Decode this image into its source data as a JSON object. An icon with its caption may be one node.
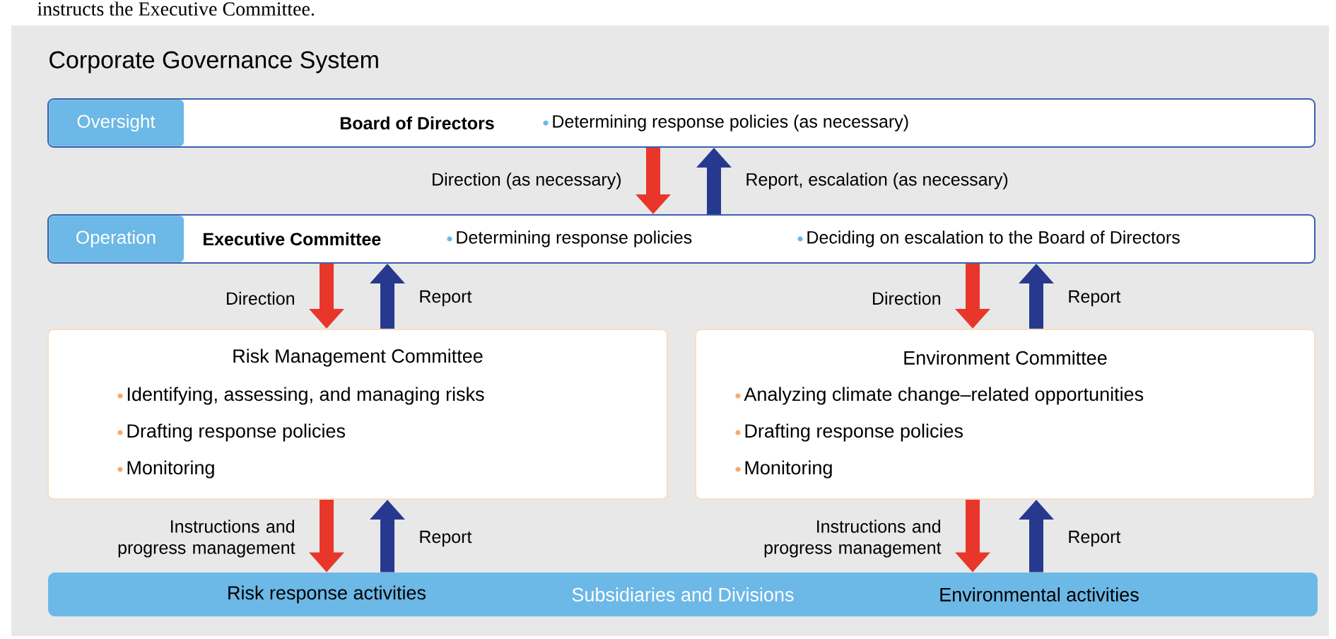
{
  "diagram": {
    "title": "Corporate Governance System",
    "nodes": [
      {
        "text": [
          "Oversight",
          "Board of Directors",
          "Determining response policies (as necessary)"
        ]
      },
      {
        "text": [
          "Operation",
          "Executive Committee",
          "Determining response policies",
          "Deciding on escalation to the Board of Directors"
        ]
      },
      {
        "text": [
          "Risk Management Committee",
          "Identifying, assessing, and managing risks",
          "Drafting response policies",
          "Monitoring"
        ]
      },
      {
        "text": [
          "Environment Committee",
          "Analyzing climate change–related opportunities",
          "Drafting response policies",
          "Monitoring"
        ]
      },
      {
        "text": [
          "Risk response activities",
          "Subsidiaries and Divisions",
          "Environmental activities"
        ]
      }
    ],
    "edges": [
      {
        "from": 0,
        "to": 1,
        "arrow": "to",
        "label": "Direction (as necessary)",
        "color": "#e8372a"
      },
      {
        "from": 1,
        "to": 0,
        "arrow": "to",
        "label": "Report, escalation (as necessary)",
        "color": "#27398f"
      },
      {
        "from": 1,
        "to": 2,
        "arrow": "to",
        "label": "Direction",
        "color": "#e8372a"
      },
      {
        "from": 2,
        "to": 1,
        "arrow": "to",
        "label": "Report",
        "color": "#27398f"
      },
      {
        "from": 1,
        "to": 3,
        "arrow": "to",
        "label": "Direction",
        "color": "#e8372a"
      },
      {
        "from": 3,
        "to": 1,
        "arrow": "to",
        "label": "Report",
        "color": "#27398f"
      },
      {
        "from": 2,
        "to": 4,
        "arrow": "to",
        "label": "Instructions and progress management",
        "color": "#e8372a"
      },
      {
        "from": 4,
        "to": 2,
        "arrow": "to",
        "label": "Report",
        "color": "#27398f"
      },
      {
        "from": 3,
        "to": 4,
        "arrow": "to",
        "label": "Instructions and progress management",
        "color": "#e8372a"
      },
      {
        "from": 4,
        "to": 3,
        "arrow": "to",
        "label": "Report",
        "color": "#27398f"
      }
    ],
    "labels": [
      "instructs the Executive Committee."
    ]
  }
}
